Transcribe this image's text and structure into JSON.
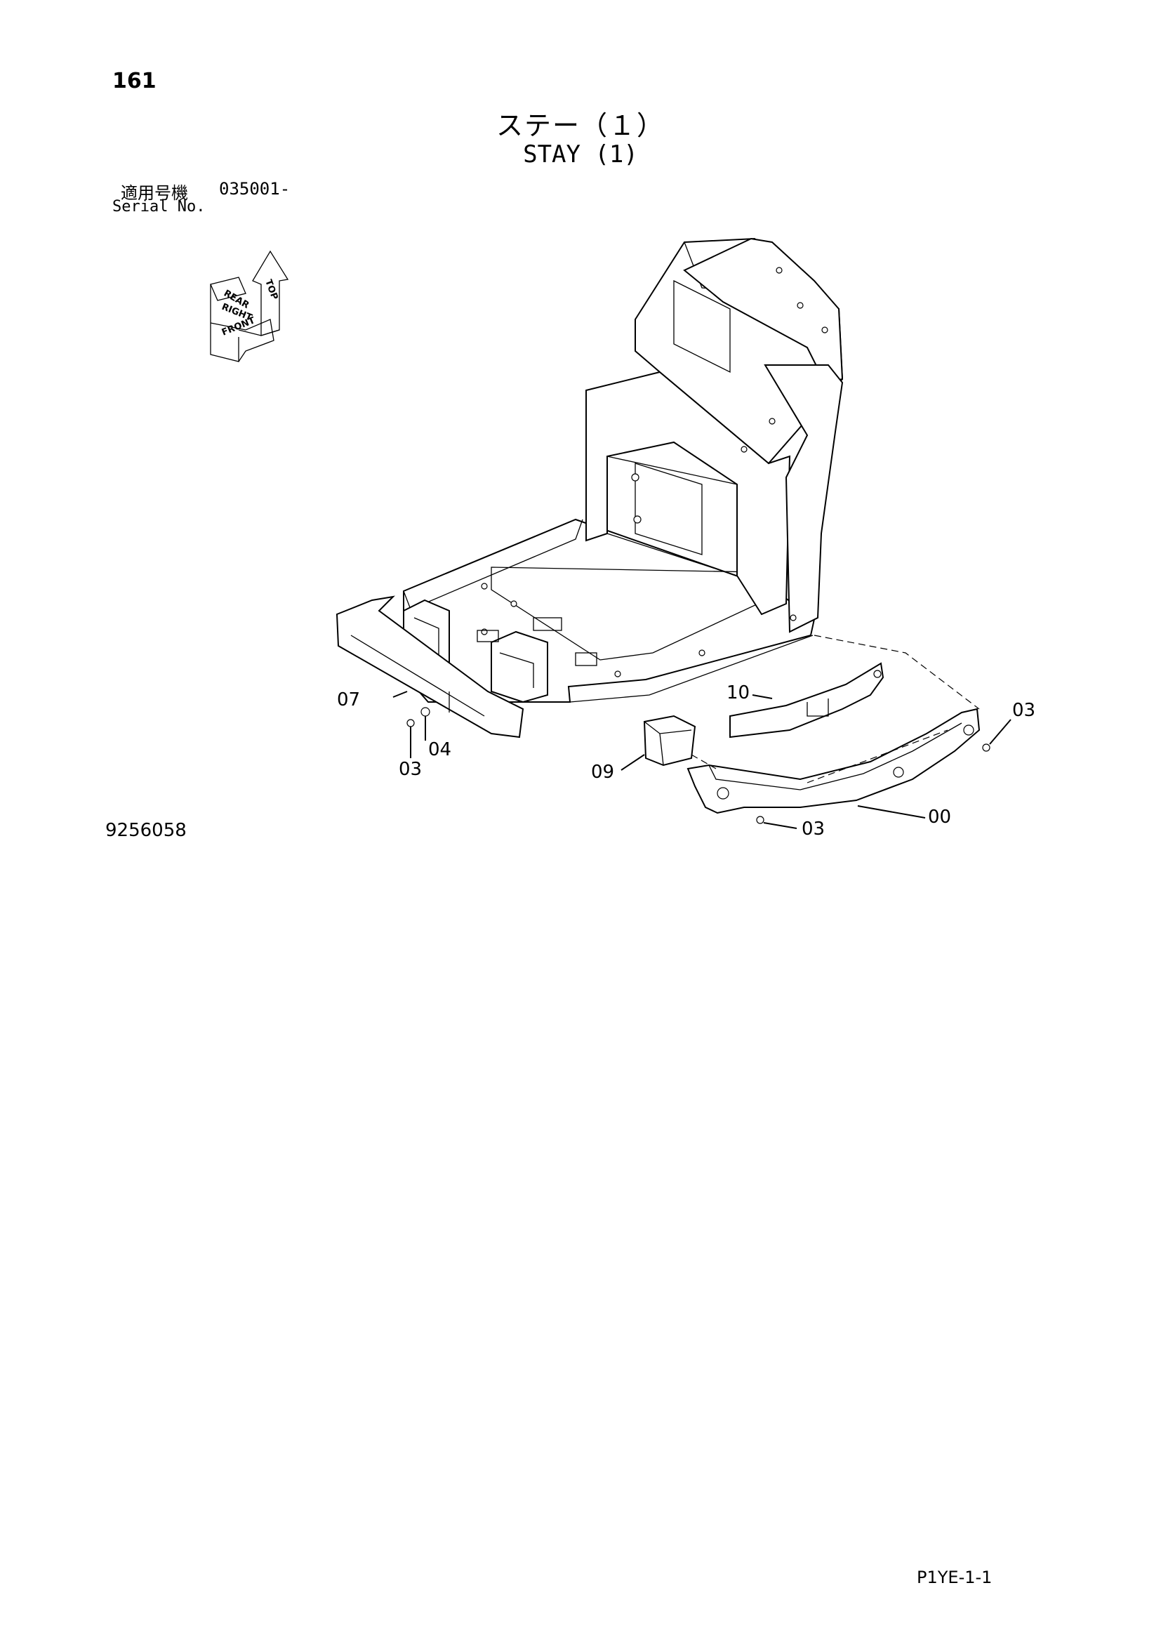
{
  "page_number": "161",
  "title_jp": "ステー（１）",
  "title_en": "STAY (1)",
  "serial": {
    "label_jp": "適用号機",
    "code": "035001-",
    "label_en": "Serial No."
  },
  "orientation": [
    "REAR",
    "TOP",
    "RIGHT",
    "FRONT"
  ],
  "parts": {
    "p07": "07",
    "p03a": "03",
    "p04": "04",
    "p10": "10",
    "p03b": "03",
    "p09": "09",
    "p03c": "03",
    "p00": "00"
  },
  "drawing_number": "9256058",
  "sheet_code": "P1YE-1-1"
}
